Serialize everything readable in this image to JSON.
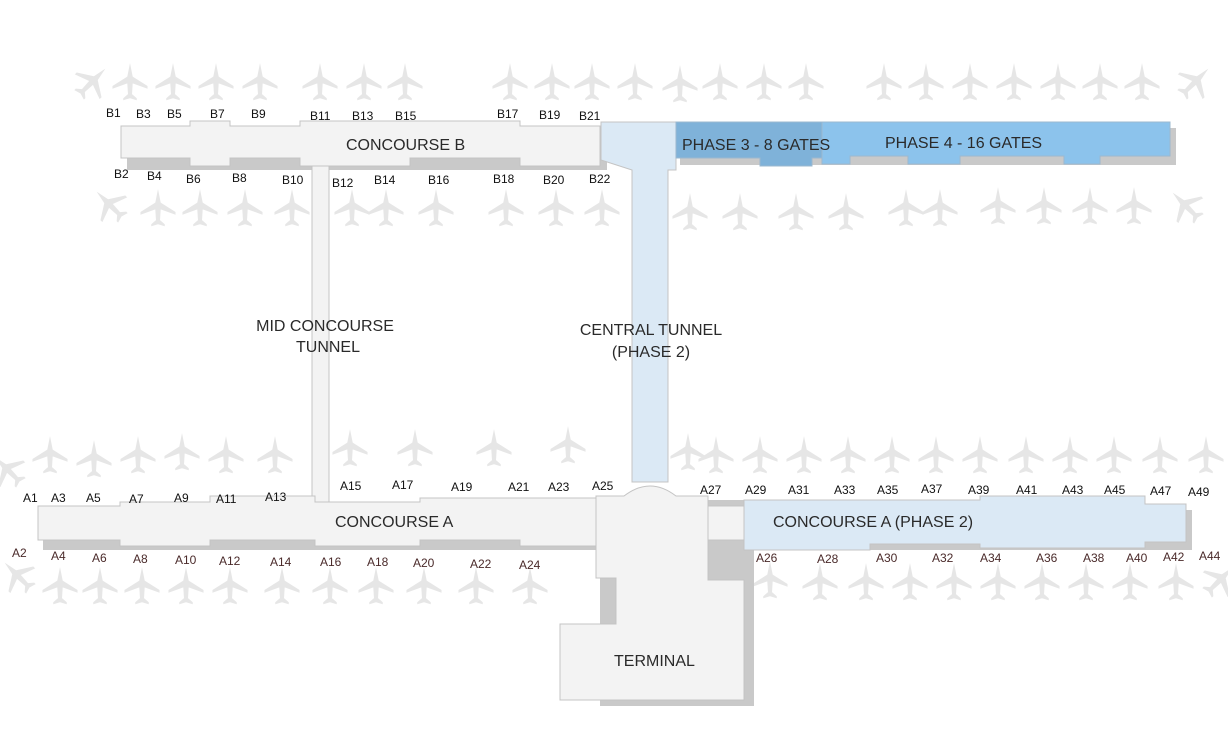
{
  "labels": {
    "concourse_b": "CONCOURSE B",
    "concourse_a": "CONCOURSE A",
    "concourse_a_phase2": "CONCOURSE A (PHASE 2)",
    "phase3": "PHASE 3 - 8 GATES",
    "phase4": "PHASE 4 - 16 GATES",
    "mid_tunnel_1": "MID CONCOURSE",
    "mid_tunnel_2": "TUNNEL",
    "central_tunnel_1": "CENTRAL TUNNEL",
    "central_tunnel_2": "(PHASE 2)",
    "terminal": "TERMINAL"
  },
  "gates": {
    "b_north": [
      "B1",
      "B3",
      "B5",
      "B7",
      "B9",
      "B11",
      "B13",
      "B15",
      "B17",
      "B19",
      "B21"
    ],
    "b_south": [
      "B2",
      "B4",
      "B6",
      "B8",
      "B10",
      "B12",
      "B14",
      "B16",
      "B18",
      "B20",
      "B22"
    ],
    "a_north": [
      "A1",
      "A3",
      "A5",
      "A7",
      "A9",
      "A11",
      "A13",
      "A15",
      "A17",
      "A19",
      "A21",
      "A23",
      "A25",
      "A27",
      "A29",
      "A31",
      "A33",
      "A35",
      "A37",
      "A39",
      "A41",
      "A43",
      "A45",
      "A47",
      "A49"
    ],
    "a_south": [
      "A2",
      "A4",
      "A6",
      "A8",
      "A10",
      "A12",
      "A14",
      "A16",
      "A18",
      "A20",
      "A22",
      "A24",
      "A26",
      "A28",
      "A30",
      "A32",
      "A34",
      "A36",
      "A38",
      "A40",
      "A42",
      "A44"
    ]
  },
  "colors": {
    "building": "#f3f3f3",
    "phase2": "#dbe9f5",
    "phase3": "#7fb2d9",
    "phase4": "#8cc3ec",
    "plane": "#e6e6e6"
  },
  "icons": {
    "aircraft": "airplane-icon"
  }
}
